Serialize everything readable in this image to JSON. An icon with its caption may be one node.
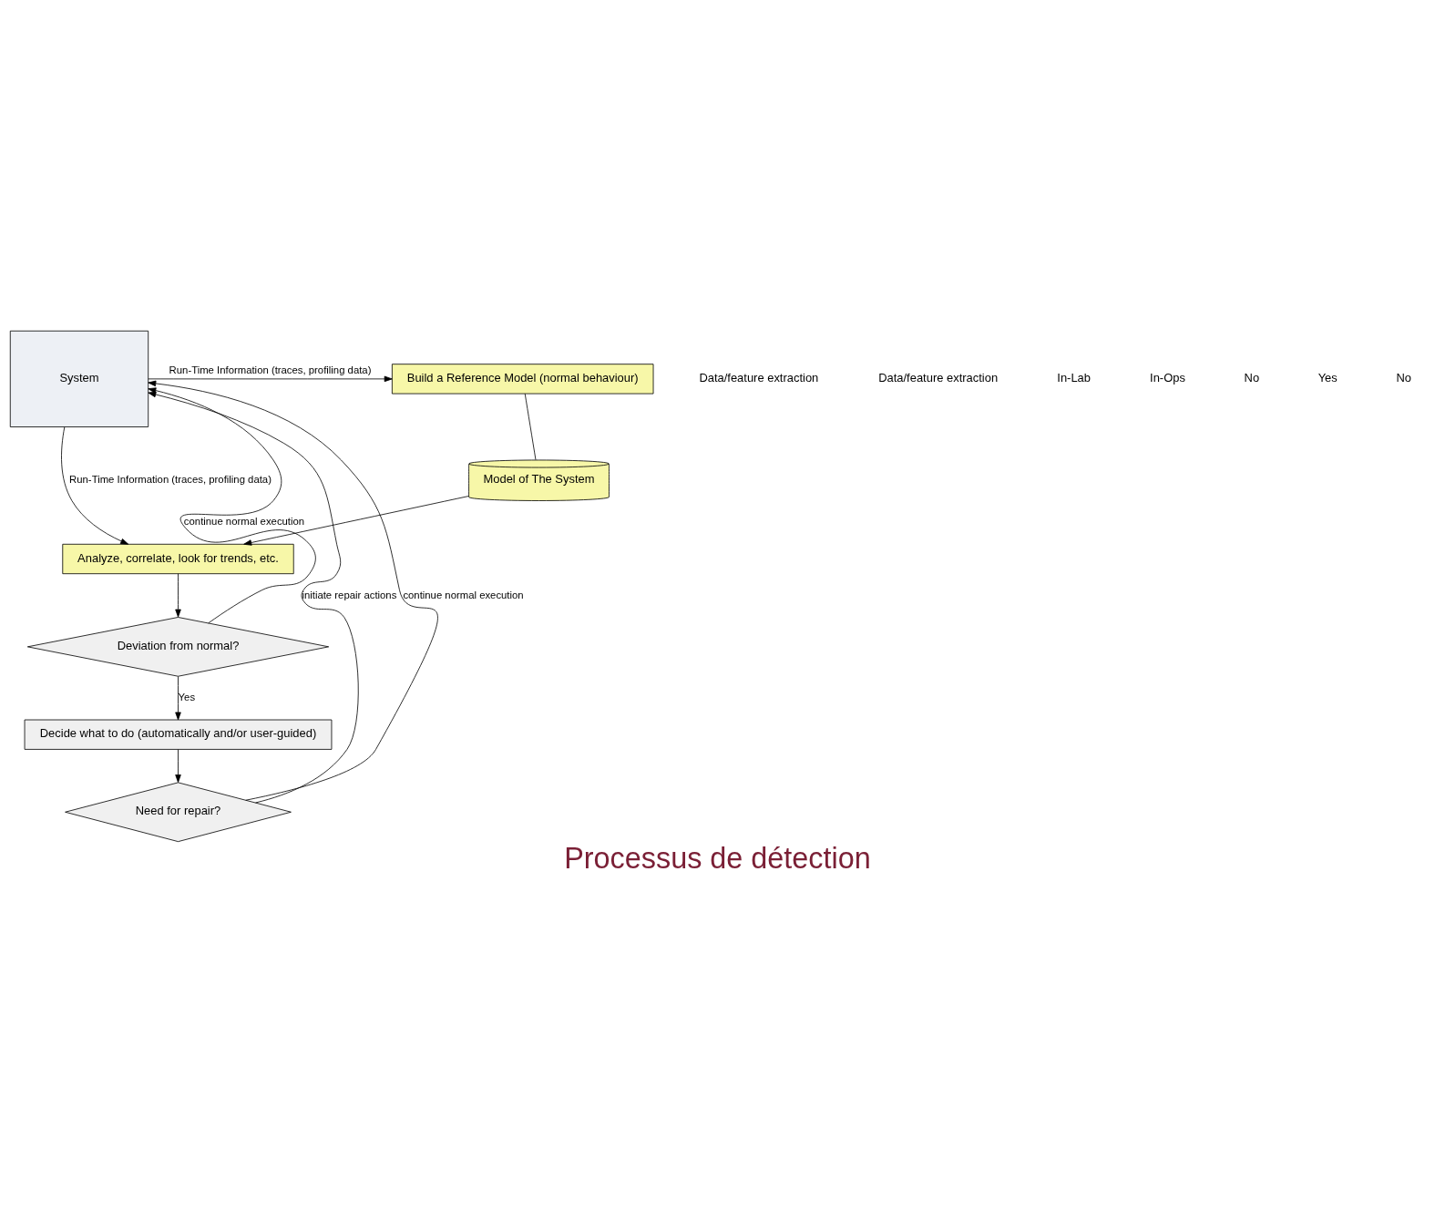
{
  "diagram": {
    "title": "Processus de détection",
    "nodes": [
      {
        "text": [
          "System"
        ]
      },
      {
        "text": [
          "Build a Reference Model (normal behaviour)"
        ]
      },
      {
        "text": [
          "Model of The System"
        ]
      },
      {
        "text": [
          "Analyze, correlate, look for trends, etc."
        ]
      },
      {
        "text": [
          "Deviation from normal?"
        ]
      },
      {
        "text": [
          "Decide what to do (automatically and/or user-guided)"
        ]
      },
      {
        "text": [
          "Need for repair?"
        ]
      }
    ],
    "edges": [
      {
        "from": 0,
        "to": 1,
        "arrow": "to",
        "label": "Run-Time Information (traces, profiling data)"
      },
      {
        "from": 1,
        "to": 2,
        "arrow": "none"
      },
      {
        "from": 2,
        "to": 3,
        "arrow": "to"
      },
      {
        "from": 0,
        "to": 3,
        "arrow": "to",
        "label": "Run-Time Information (traces, profiling data)"
      },
      {
        "from": 3,
        "to": 4,
        "arrow": "to"
      },
      {
        "from": 4,
        "to": 0,
        "arrow": "to",
        "label": "continue normal execution"
      },
      {
        "from": 4,
        "to": 5,
        "arrow": "to",
        "label": "Yes"
      },
      {
        "from": 5,
        "to": 6,
        "arrow": "to"
      },
      {
        "from": 6,
        "to": 0,
        "arrow": "to",
        "label": "initiate repair actions"
      },
      {
        "from": 6,
        "to": 0,
        "arrow": "to",
        "label": "continue normal execution"
      }
    ],
    "labels": [
      "Data/feature extraction",
      "Data/feature extraction",
      "In-Lab",
      "In-Ops",
      "No",
      "Yes",
      "No"
    ]
  }
}
